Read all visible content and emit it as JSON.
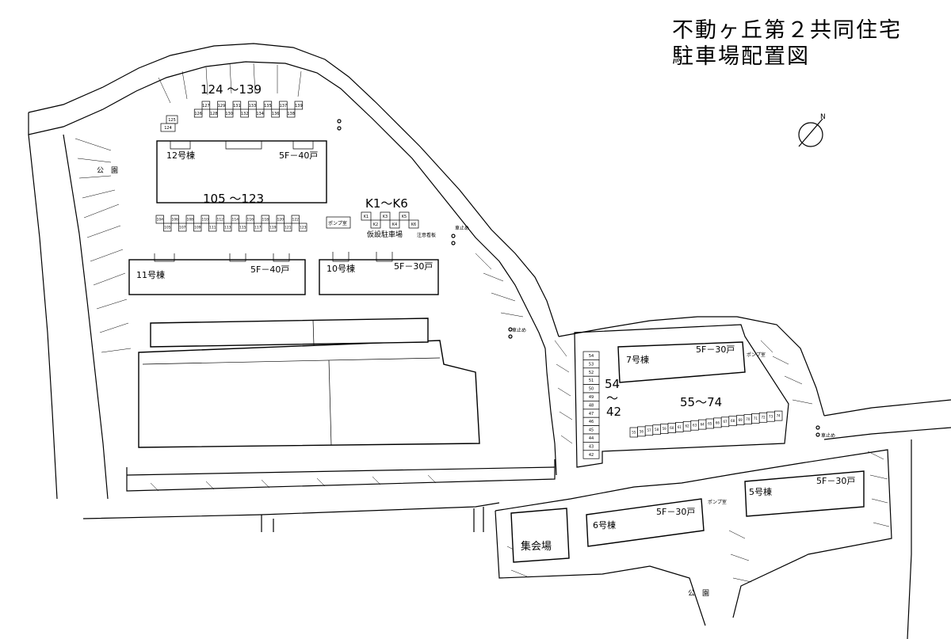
{
  "title": {
    "line1": "不動ヶ丘第２共同住宅",
    "line2": "駐車場配置図"
  },
  "compass": {
    "label": "N",
    "icon": "north-arrow-icon"
  },
  "buildings": {
    "b12": {
      "name": "12号棟",
      "units": "5F－40戸"
    },
    "b11": {
      "name": "11号棟",
      "units": "5F－40戸"
    },
    "b10": {
      "name": "10号棟",
      "units": "5F－30戸"
    },
    "b7": {
      "name": "7号棟",
      "units": "5F－30戸"
    },
    "b6": {
      "name": "6号棟",
      "units": "5F－30戸"
    },
    "b5": {
      "name": "5号棟",
      "units": "5F－30戸"
    },
    "hall": {
      "name": "集会場"
    }
  },
  "parks": {
    "park_west": "公　園",
    "park_south": "公　園"
  },
  "parking_ranges": {
    "r124_139": "124 ～139",
    "r105_123": "105 ～123",
    "k1_k6": "K1～K6",
    "r54": "54",
    "r_tilde": "～",
    "r42": "42",
    "r55_74": "55～74"
  },
  "labels": {
    "temp_parking": "仮設駐車場",
    "pump_room": "ポンプ室",
    "car_stop": "車止め",
    "sign": "注意看板"
  },
  "slots": {
    "row124_top": [
      "127",
      "129",
      "131",
      "133",
      "135",
      "137",
      "139"
    ],
    "row124_bottom": [
      "126",
      "128",
      "130",
      "132",
      "134",
      "136",
      "138"
    ],
    "row124_left": [
      "125",
      "124"
    ],
    "row105_top": [
      "104",
      "106",
      "108",
      "110",
      "112",
      "114",
      "116",
      "118",
      "120",
      "122"
    ],
    "row105_bottom": [
      "105",
      "107",
      "109",
      "111",
      "113",
      "115",
      "117",
      "119",
      "121",
      "123"
    ],
    "k_top": [
      "K1",
      "K3",
      "K5"
    ],
    "k_bottom": [
      "K2",
      "K4",
      "K6"
    ],
    "col42_54": [
      "54",
      "53",
      "52",
      "51",
      "50",
      "49",
      "48",
      "47",
      "46",
      "45",
      "44",
      "43",
      "42"
    ],
    "row55_74": [
      "55",
      "56",
      "57",
      "58",
      "59",
      "60",
      "61",
      "62",
      "63",
      "64",
      "65",
      "66",
      "67",
      "68",
      "69",
      "70",
      "71",
      "72",
      "73",
      "74"
    ]
  }
}
